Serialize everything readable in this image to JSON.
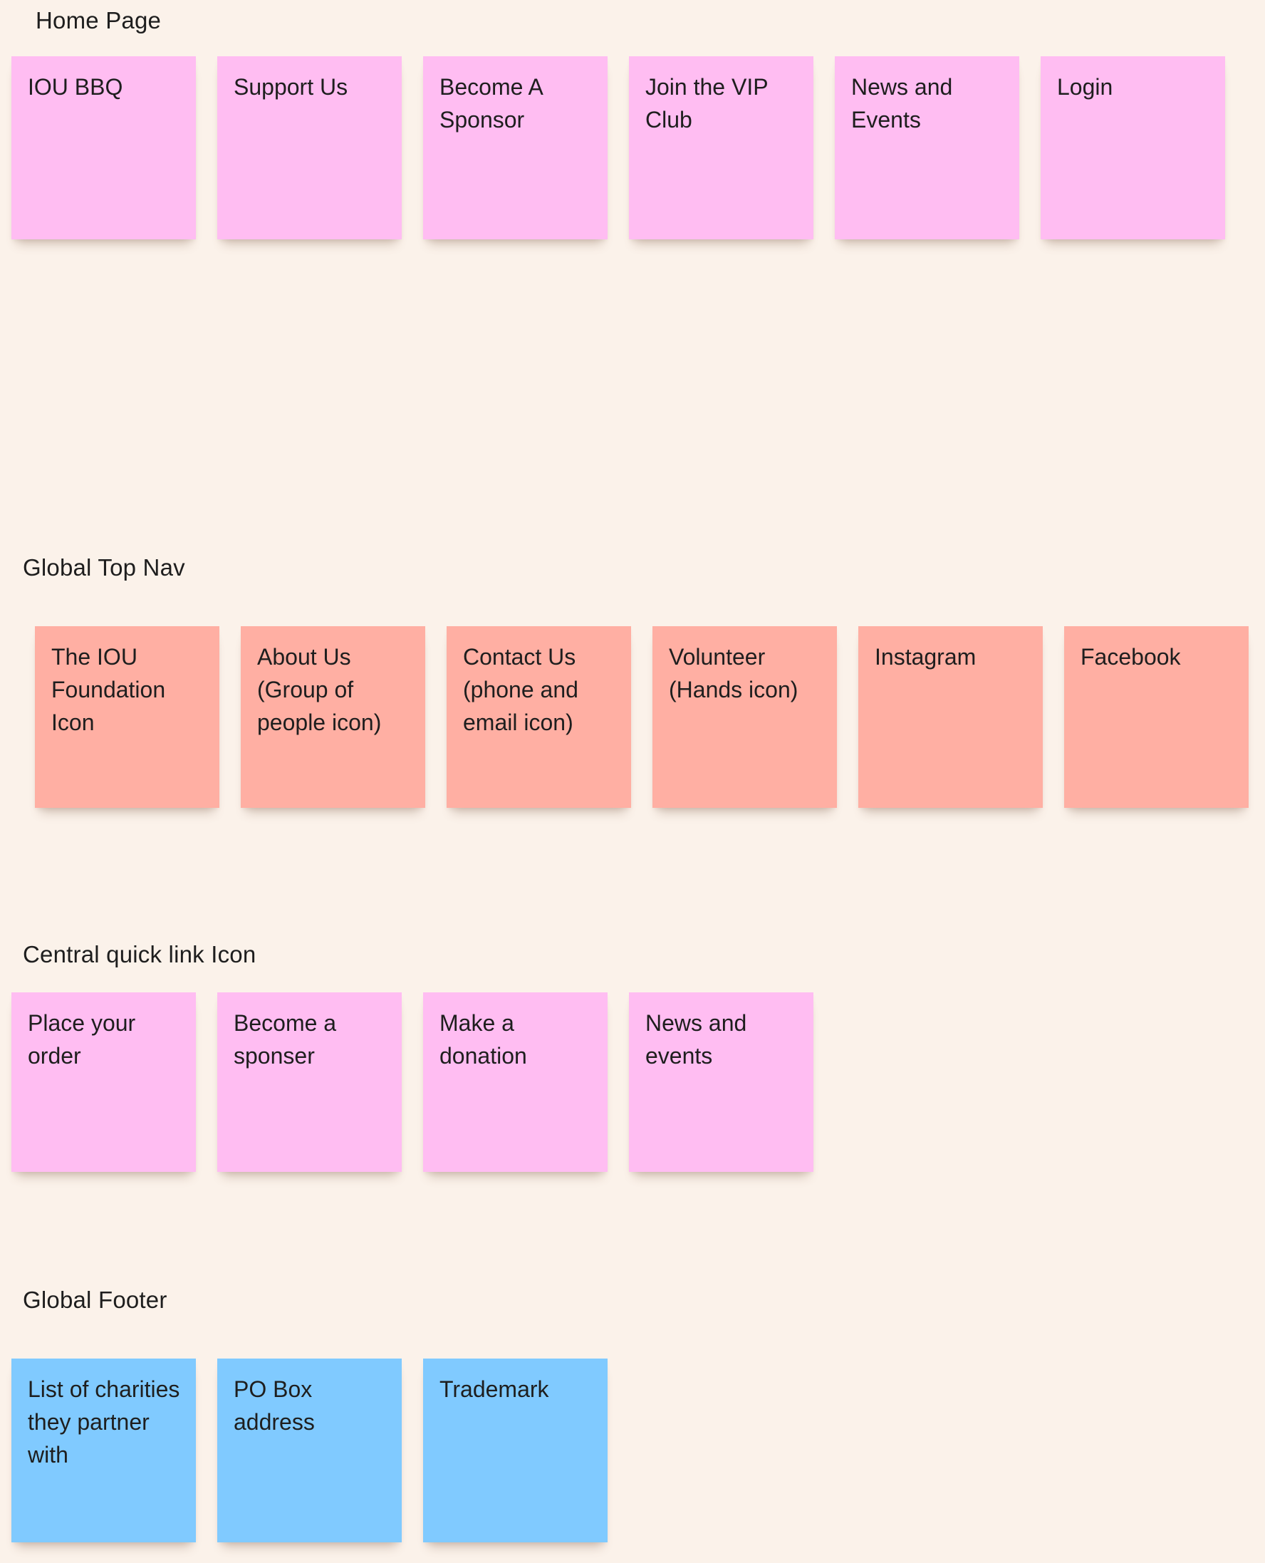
{
  "board": {
    "background_color": "#FBF2EA",
    "text_color": "#1E1E1E"
  },
  "sections": [
    {
      "slug": "home-page",
      "title": "Home Page",
      "note_color": "#FFBDF2",
      "notes": [
        {
          "label": "IOU BBQ"
        },
        {
          "label": "Support Us"
        },
        {
          "label": "Become A Sponsor"
        },
        {
          "label": "Join the VIP Club"
        },
        {
          "label": "News and Events"
        },
        {
          "label": "Login"
        }
      ]
    },
    {
      "slug": "global-top-nav",
      "title": "Global Top Nav",
      "note_color": "#FFAFA3",
      "notes": [
        {
          "label": "The IOU Foundation Icon"
        },
        {
          "label": "About Us (Group of people icon)"
        },
        {
          "label": "Contact Us (phone and email icon)"
        },
        {
          "label": "Volunteer (Hands icon)"
        },
        {
          "label": "Instagram"
        },
        {
          "label": "Facebook"
        }
      ]
    },
    {
      "slug": "central-quick-link-icon",
      "title": "Central quick link Icon",
      "note_color": "#FFBDF2",
      "notes": [
        {
          "label": "Place your order"
        },
        {
          "label": "Become a sponser"
        },
        {
          "label": "Make a donation"
        },
        {
          "label": "News and events"
        }
      ]
    },
    {
      "slug": "global-footer",
      "title": "Global Footer",
      "note_color": "#80CAFF",
      "notes": [
        {
          "label": "List of charities they partner with"
        },
        {
          "label": "PO Box address"
        },
        {
          "label": "Trademark"
        }
      ]
    }
  ]
}
